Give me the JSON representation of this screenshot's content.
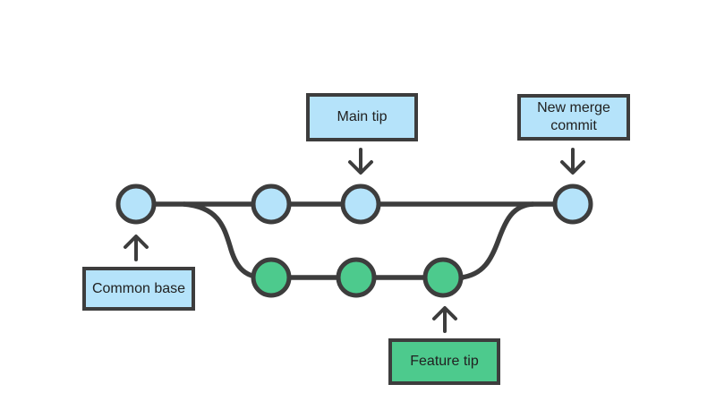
{
  "diagram": {
    "type": "git-branch-merge-diagram",
    "colors": {
      "background": "#ffffff",
      "main_branch_fill": "#b5e3fa",
      "feature_branch_fill": "#4dca8d",
      "stroke_dark": "#3d3d3d",
      "text": "#212121"
    },
    "labels": {
      "main_tip": "Main tip",
      "new_merge_commit": "New merge commit",
      "common_base": "Common base",
      "feature_tip": "Feature tip"
    },
    "branches": {
      "main": {
        "commit_count": 4,
        "nodes": [
          "common base commit",
          "main commit 2",
          "main tip commit",
          "new merge commit"
        ]
      },
      "feature": {
        "commit_count": 3,
        "nodes": [
          "feature commit 1",
          "feature commit 2",
          "feature tip commit"
        ]
      }
    },
    "annotations": [
      {
        "label": "Main tip",
        "points_to": "main tip commit",
        "direction": "down"
      },
      {
        "label": "New merge commit",
        "points_to": "new merge commit",
        "direction": "down"
      },
      {
        "label": "Common base",
        "points_to": "common base commit",
        "direction": "up"
      },
      {
        "label": "Feature tip",
        "points_to": "feature tip commit",
        "direction": "up"
      }
    ]
  }
}
